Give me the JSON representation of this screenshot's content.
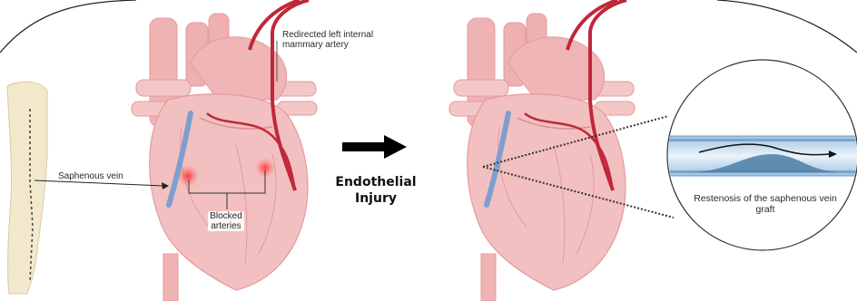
{
  "labels": {
    "redirected_artery": "Redirected left internal mammary artery",
    "saphenous_vein": "Saphenous vein",
    "blocked_arteries": "Blocked arteries",
    "restenosis": "Restenosis of the saphenous vein graft"
  },
  "transition": {
    "line1": "Endothelial",
    "line2": "Injury"
  },
  "colors": {
    "heart": "#f2c0c0",
    "heart_dark": "#e49a9e",
    "mammary_artery": "#c0283a",
    "vein_graft": "#7d9fd0",
    "arrow": "#000000"
  }
}
